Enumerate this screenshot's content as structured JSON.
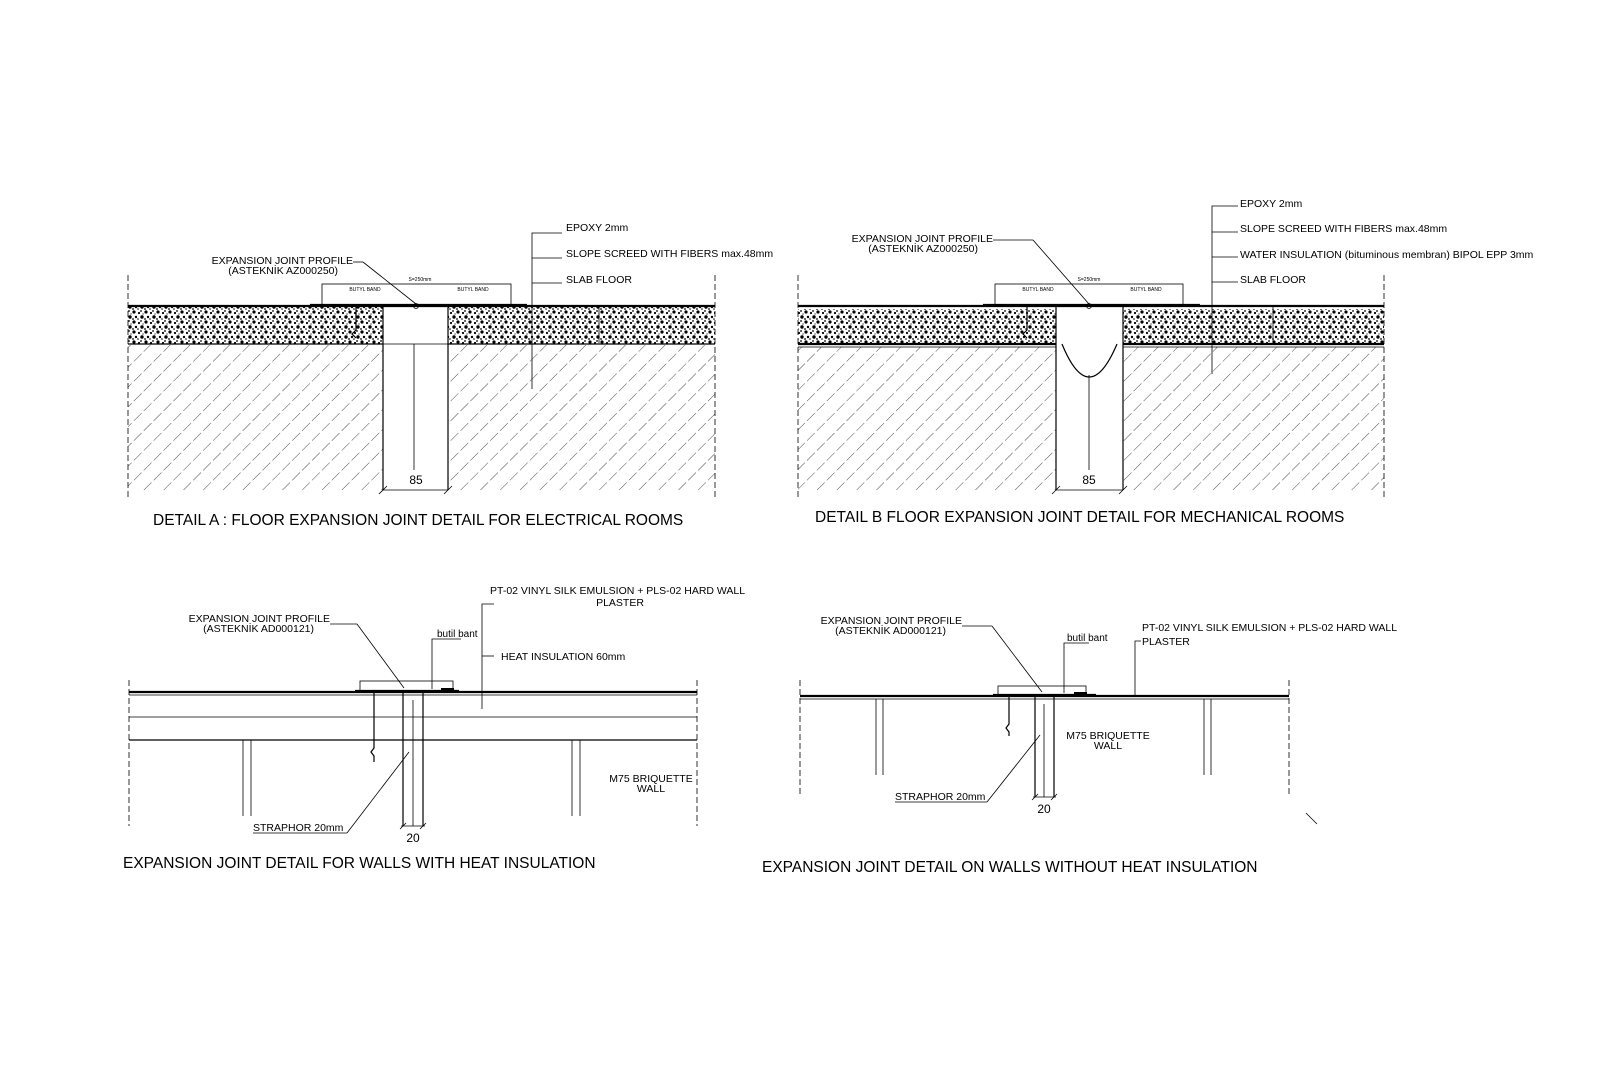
{
  "detail_a": {
    "title": "DETAIL A :  FLOOR EXPANSION JOINT DETAIL FOR ELECTRICAL ROOMS",
    "profile_label_1": "EXPANSION JOINT PROFILE",
    "profile_label_2": "(ASTEKNİK AZ000250)",
    "layer_1": "EPOXY 2mm",
    "layer_2": "SLOPE SCREED WITH FIBERS max.48mm",
    "layer_3": "SLAB FLOOR",
    "band_left": "BUTYL BAND",
    "band_right": "BUTYL BAND",
    "profile_width": "S=250mm",
    "dimension": "85"
  },
  "detail_b": {
    "title": "DETAIL B FLOOR EXPANSION JOINT DETAIL FOR MECHANICAL ROOMS",
    "profile_label_1": "EXPANSION JOINT PROFILE",
    "profile_label_2": "(ASTEKNİK AZ000250)",
    "layer_1": "EPOXY 2mm",
    "layer_2": "SLOPE SCREED WITH FIBERS max.48mm",
    "layer_3": "WATER INSULATION (bituminous membran) BIPOL EPP 3mm",
    "layer_4": "SLAB FLOOR",
    "band_left": "BUTYL BAND",
    "band_right": "BUTYL BAND",
    "profile_width": "S=250mm",
    "dimension": "85"
  },
  "detail_c": {
    "title": "EXPANSION JOINT DETAIL FOR  WALLS WITH HEAT INSULATION",
    "profile_label_1": "EXPANSION JOINT PROFILE",
    "profile_label_2": "(ASTEKNİK AD000121)",
    "finish_1": "PT-02 VINYL SILK EMULSION + PLS-02 HARD WALL",
    "finish_2": "PLASTER",
    "band": "butil bant",
    "insulation": "HEAT INSULATION 60mm",
    "wall_1": "M75 BRIQUETTE",
    "wall_2": "WALL",
    "straphor": "STRAPHOR 20mm",
    "dimension": "20"
  },
  "detail_d": {
    "title": "EXPANSION JOINT DETAIL  ON WALLS WITHOUT HEAT INSULATION",
    "profile_label_1": "EXPANSION JOINT PROFILE",
    "profile_label_2": "(ASTEKNİK AD000121)",
    "finish_1": "PT-02 VINYL SILK EMULSION + PLS-02 HARD WALL",
    "finish_2": "PLASTER",
    "band": "butil bant",
    "wall_1": "M75 BRIQUETTE",
    "wall_2": "WALL",
    "straphor": "STRAPHOR 20mm",
    "dimension": "20"
  }
}
